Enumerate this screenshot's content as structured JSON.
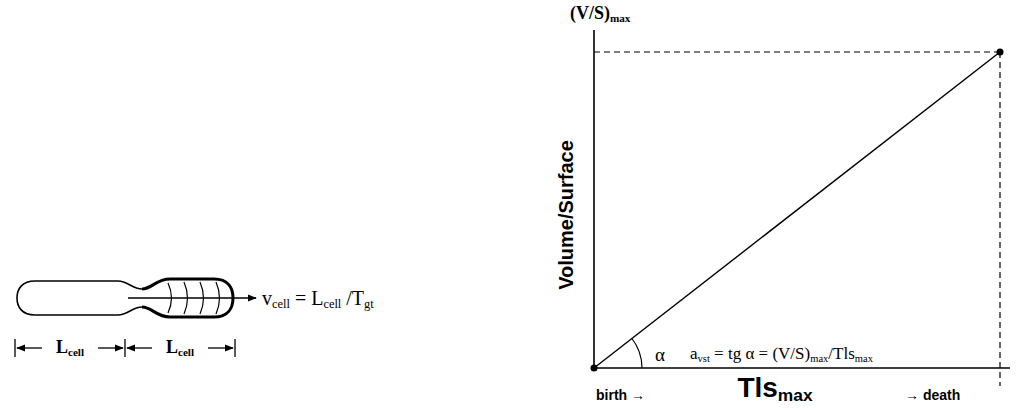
{
  "diagram": {
    "labels": [
      "Lcell",
      "Lcell",
      "vcell = Lcell /Tgt",
      "(V/S)max",
      "Volume/Surface",
      "α",
      "avst = tg α = (V/S)max/Tlsmax",
      "birth →",
      "Tlsmax",
      "→ death"
    ]
  }
}
